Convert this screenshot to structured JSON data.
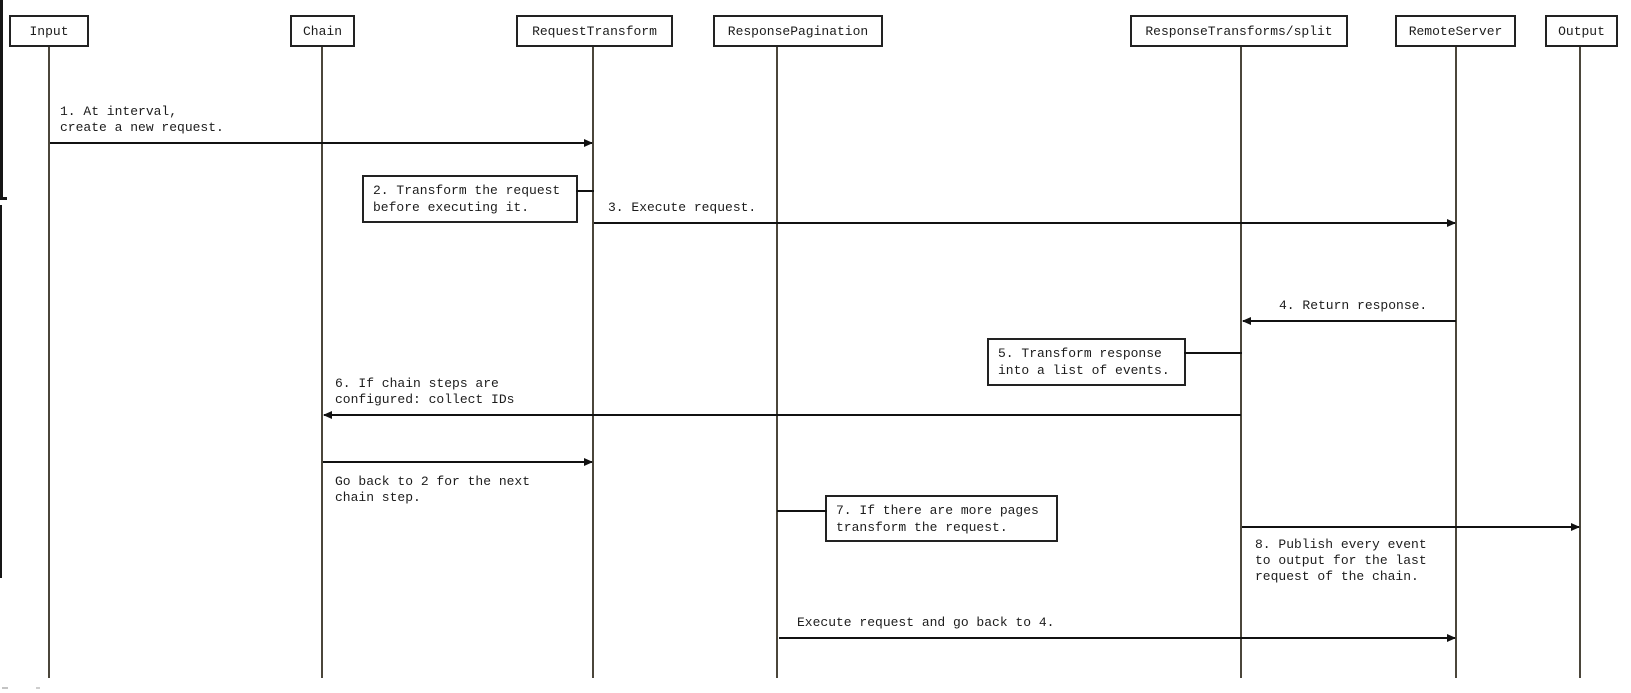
{
  "diagram": {
    "actors": [
      {
        "label": "Input"
      },
      {
        "label": "Chain"
      },
      {
        "label": "RequestTransform"
      },
      {
        "label": "ResponsePagination"
      },
      {
        "label": "ResponseTransforms/split"
      },
      {
        "label": "RemoteServer"
      },
      {
        "label": "Output"
      }
    ],
    "messages": [
      {
        "label": "1. At interval,\ncreate a new request."
      },
      {
        "label": "3. Execute request."
      },
      {
        "label": "4. Return response."
      },
      {
        "label": "6. If chain steps are\nconfigured: collect IDs"
      },
      {
        "label": "Go back to 2 for the next\nchain step."
      },
      {
        "label": "8. Publish every event\nto output for the last\nrequest of the chain."
      },
      {
        "label": "Execute request and go back to 4."
      }
    ],
    "notes": [
      {
        "label": "2. Transform the request\nbefore executing it."
      },
      {
        "label": "5. Transform response\ninto a list of events."
      },
      {
        "label": "7. If there are more pages\ntransform the request."
      }
    ]
  }
}
